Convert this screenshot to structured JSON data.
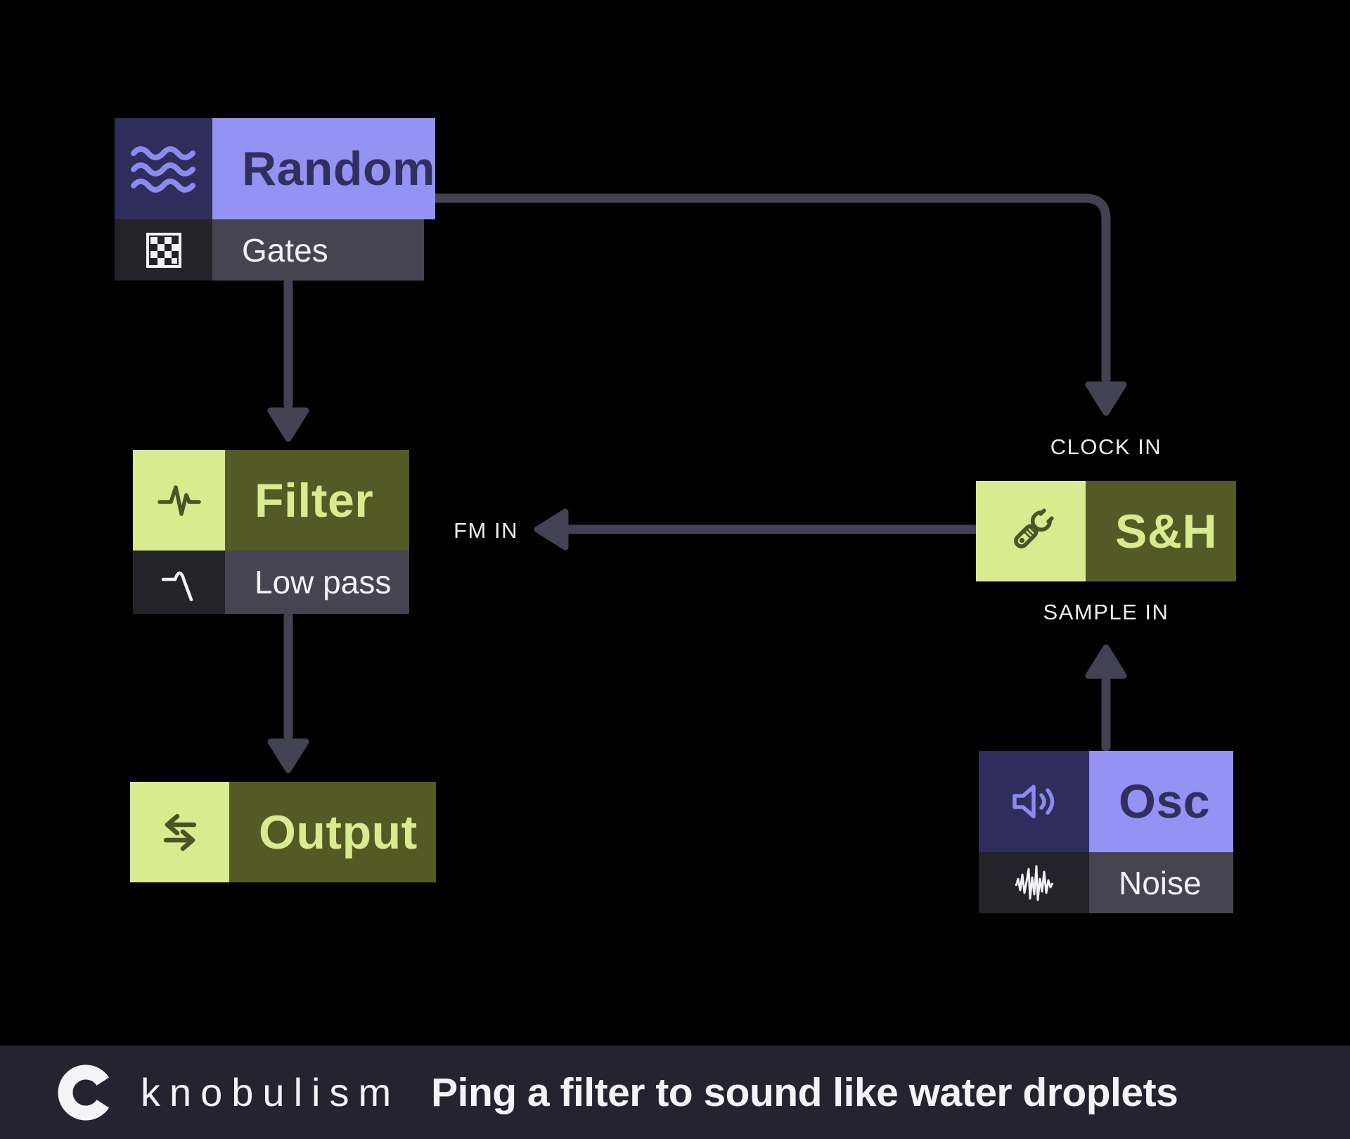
{
  "palette": {
    "background": "#000000",
    "purple_header": "#9493F4",
    "purple_icon_bg": "#2E2D5C",
    "purple_glyph": "#8B8AF0",
    "purple_text": "#312F5E",
    "olive_header": "#535A26",
    "lime": "#D8EB8F",
    "olive_glyph": "#4C5324",
    "subtitle_row": "#454450",
    "subtitle_icon_bg": "#242329",
    "white_text": "#F2F1F6",
    "connector": "#434253",
    "footer_bg": "#252330"
  },
  "nodes": {
    "random": {
      "title": "Random",
      "subtitle": "Gates",
      "header_icon": "waves-icon",
      "subtitle_icon": "gate-pattern-icon",
      "theme": "purple"
    },
    "filter": {
      "title": "Filter",
      "subtitle": "Low pass",
      "header_icon": "pulse-icon",
      "subtitle_icon": "lowpass-curve-icon",
      "theme": "green"
    },
    "output": {
      "title": "Output",
      "header_icon": "transfer-arrows-icon",
      "theme": "green"
    },
    "sh": {
      "title": "S&H",
      "header_icon": "wrench-icon",
      "theme": "green"
    },
    "osc": {
      "title": "Osc",
      "subtitle": "Noise",
      "header_icon": "speaker-icon",
      "subtitle_icon": "noise-wave-icon",
      "theme": "purple"
    }
  },
  "port_labels": {
    "clock_in": "CLOCK IN",
    "sample_in": "SAMPLE IN",
    "fm_in": "FM IN"
  },
  "connections": [
    {
      "from": "random",
      "to": "filter"
    },
    {
      "from": "filter",
      "to": "output"
    },
    {
      "from": "random",
      "to": "sh",
      "port": "CLOCK IN"
    },
    {
      "from": "sh",
      "to": "filter",
      "port": "FM IN"
    },
    {
      "from": "osc",
      "to": "sh",
      "port": "SAMPLE IN"
    }
  ],
  "footer": {
    "brand": "knobulism",
    "tagline": "Ping a filter to sound like water droplets"
  }
}
